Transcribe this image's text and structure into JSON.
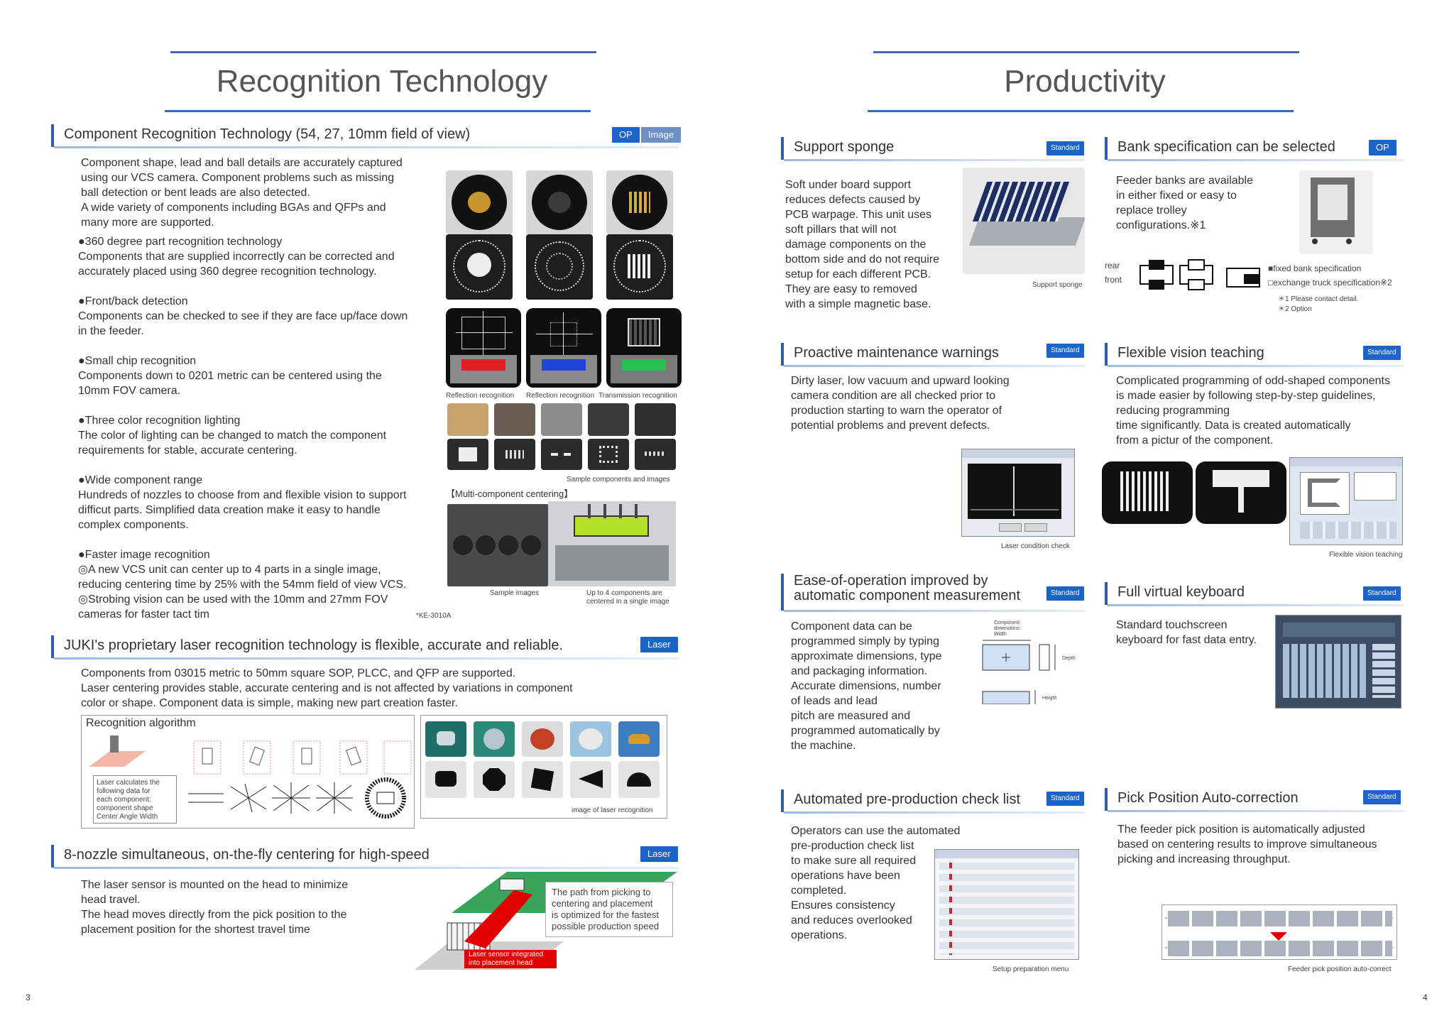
{
  "left": {
    "title": "Recognition Technology",
    "comp_section": {
      "heading": "Component Recognition Technology (54, 27, 10mm field of view)",
      "badges": [
        "OP",
        "Image"
      ],
      "intro": [
        "Component shape, lead and ball details are accurately captured",
        "using our VCS camera. Component problems such as missing",
        "ball detection or bent leads are also detected.",
        "A wide variety of components including BGAs and QFPs and",
        "many more are supported."
      ],
      "features": [
        {
          "title": "●360 degree part recognition technology",
          "lines": [
            "Components that are supplied incorrectly can be corrected and",
            "accurately placed using 360 degree recognition technology."
          ]
        },
        {
          "title": "●Front/back detection",
          "lines": [
            "Components can be checked to see if they are face up/face down",
            "in the feeder."
          ]
        },
        {
          "title": "●Small chip recognition",
          "lines": [
            "Components down to 0201 metric can be centered using the",
            "10mm FOV camera."
          ]
        },
        {
          "title": "●Three color recognition lighting",
          "lines": [
            "The color of lighting can be changed to match the component",
            "requirements for stable, accurate centering."
          ]
        },
        {
          "title": "●Wide component range",
          "lines": [
            "Hundreds of nozzles to choose from and flexible vision to support",
            "difficut parts.  Simplified data creation make it easy to handle",
            "complex components."
          ]
        },
        {
          "title": "●Faster image recognition",
          "lines": [
            "◎A new VCS unit can center up to 4 parts in a single image,",
            "reducing centering time by 25% with the 54mm field of view VCS.",
            "◎Strobing vision can be used with the 10mm and 27mm FOV",
            "cameras for faster tact tim"
          ]
        }
      ],
      "captions": {
        "reflection1": "Reflection recognition",
        "reflection2": "Reflection recognition",
        "transmission": "Transmission recognition",
        "samples": "Sample components and images",
        "multi": "【Multi-component centering】",
        "sample_images": "Sample images",
        "up_to_4_l1": "Up to 4 components are",
        "up_to_4_l2": "centered in a single image",
        "model": "*KE-3010A"
      }
    },
    "laser_section": {
      "heading": "JUKI's proprietary laser recognition technology is flexible, accurate and reliable.",
      "badge": "Laser",
      "lines": [
        "Components from 03015 metric to 50mm square SOP, PLCC, and QFP are supported.",
        "Laser centering provides stable, accurate centering and is not affected by variations in component",
        "color or shape. Component data is simple, making new part creation faster."
      ],
      "algo_title": "Recognition algorithm",
      "algo_note": [
        "Laser calculates the",
        "following data for",
        "each component:",
        "component shape",
        "Center Angle Width"
      ],
      "laser_caption": "image of laser recognition"
    },
    "nozzle_section": {
      "heading": "8-nozzle simultaneous, on-the-fly centering for high-speed",
      "badge": "Laser",
      "lines": [
        "The laser sensor is mounted on the head to minimize",
        "head travel.",
        "The head moves directly from the pick position to the",
        "placement position for the shortest travel time"
      ],
      "callout": [
        "The path from picking to",
        "centering and placement",
        "is optimized for the fastest",
        "possible production speed"
      ],
      "red_label": [
        "Laser sensor integrated",
        "into placement head"
      ]
    },
    "page_number": "3"
  },
  "right": {
    "title": "Productivity",
    "support_sponge": {
      "heading": "Support sponge",
      "badge": "Standard",
      "lines": [
        "Soft under board support",
        "reduces defects caused by",
        "PCB warpage.  This unit uses",
        "soft pillars that will not",
        "damage components on the",
        "bottom side and do not require",
        "setup for each different PCB.",
        "They are easy to removed",
        "with a simple magnetic base."
      ],
      "caption": "Support sponge"
    },
    "bank_spec": {
      "heading": "Bank specification can be selected",
      "badge": "OP",
      "lines": [
        "Feeder banks are available",
        "in either fixed or easy to",
        "replace trolley",
        "configurations.※1"
      ],
      "rear": "rear",
      "front": "front",
      "fixed": "■fixed bank specification",
      "exchange": "□exchange truck specification※2",
      "note1": "＊1    Please contact detail.",
      "note2": "＊2    Option"
    },
    "maintenance": {
      "heading": "Proactive maintenance warnings",
      "badge": "Standard",
      "lines": [
        "Dirty laser, low vacuum and upward looking",
        "camera condition are all checked prior to",
        "production starting to warn the operator of",
        "potential problems and prevent defects."
      ],
      "caption": "Laser condition check"
    },
    "vision": {
      "heading": "Flexible vision teaching",
      "badge": "Standard",
      "lines": [
        "Complicated programming of odd-shaped components",
        "is made easier by following step-by-step guidelines,",
        "reducing programming",
        "time significantly. Data is created automatically",
        "from a pictur of the component."
      ],
      "caption": "Flexible vision teaching"
    },
    "measurement": {
      "heading_l1": "Ease-of-operation improved by",
      "heading_l2": "automatic component measurement",
      "badge": "Standard",
      "lines": [
        "Component data can be",
        "programmed simply by typing",
        "approximate dimensions, type",
        "and packaging information.",
        "Accurate dimensions, number",
        "of leads and lead",
        "pitch are measured and",
        "programmed automatically by",
        "the machine."
      ],
      "diagram": {
        "dims": [
          "Component",
          "dimensions:",
          "Width"
        ],
        "depth": "Depth",
        "height": "Height"
      }
    },
    "keyboard": {
      "heading": "Full virtual keyboard",
      "badge": "Standard",
      "lines": [
        "Standard touchscreen",
        "keyboard for fast data entry."
      ]
    },
    "checklist": {
      "heading": "Automated pre-production check list",
      "badge": "Standard",
      "lines": [
        "Operators can use the automated",
        "pre-production check list",
        "to make sure all required",
        "operations have been",
        "completed.",
        "Ensures consistency",
        "and reduces overlooked",
        "operations."
      ],
      "caption": "Setup preparation menu"
    },
    "pick_position": {
      "heading": "Pick Position Auto-correction",
      "badge": "Standard",
      "lines": [
        "The feeder pick position is automatically adjusted",
        "based on centering results to improve simultaneous",
        "picking and increasing throughput."
      ],
      "caption": "Feeder pick position auto-correct"
    },
    "page_number": "4"
  },
  "colors": {
    "accent": "#1c64c8",
    "rule": "#3a6cb5",
    "laser_red": "#e10000",
    "board_green": "#3aa45a"
  }
}
